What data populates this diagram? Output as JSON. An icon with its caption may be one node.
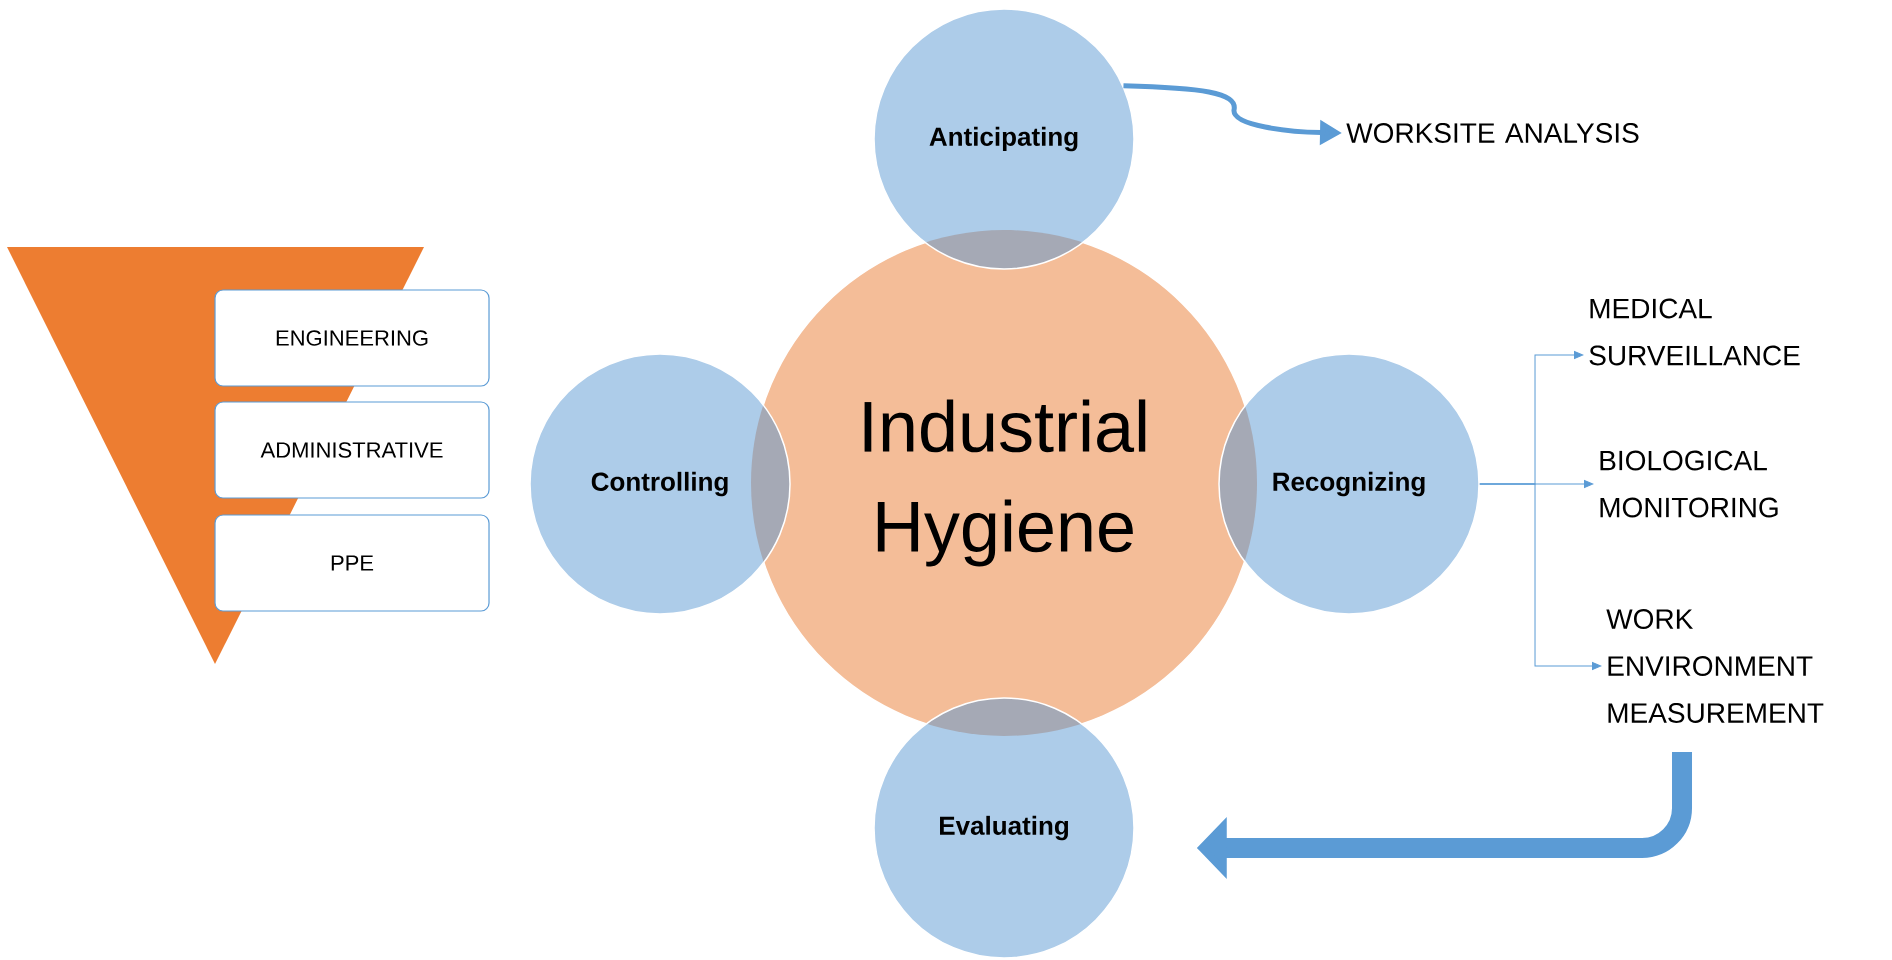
{
  "diagram": {
    "nodes": [
      {
        "text": [
          "Industrial Hygiene"
        ]
      },
      {
        "text": [
          "Anticipating"
        ]
      },
      {
        "text": [
          "Controlling"
        ]
      },
      {
        "text": [
          "Recognizing"
        ]
      },
      {
        "text": [
          "Evaluating"
        ]
      },
      {
        "text": [
          "WORKSITE ANALYSIS"
        ]
      },
      {
        "text": [
          "MEDICAL SURVEILLANCE"
        ]
      },
      {
        "text": [
          "BIOLOGICAL MONITORING"
        ]
      },
      {
        "text": [
          "WORK ENVIRONMENT MEASUREMENT"
        ]
      },
      {
        "text": [],
        "shape": "triangle"
      },
      {
        "text": [
          "ENGINEERING"
        ]
      },
      {
        "text": [
          "ADMINISTRATIVE"
        ]
      },
      {
        "text": [
          "PPE"
        ]
      }
    ],
    "edges": [
      {
        "from": 1,
        "to": 5,
        "arrow": "to",
        "style": "thick"
      },
      {
        "from": 3,
        "to": 6,
        "arrow": "to"
      },
      {
        "from": 3,
        "to": 7,
        "arrow": "to"
      },
      {
        "from": 3,
        "to": 8,
        "arrow": "to"
      },
      {
        "from": 8,
        "to": 4,
        "arrow": "to",
        "style": "thick"
      }
    ]
  }
}
